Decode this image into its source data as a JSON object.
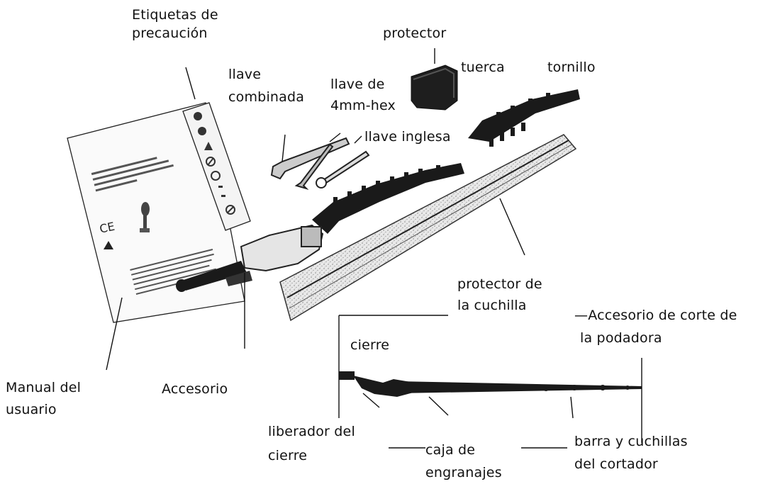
{
  "labels": {
    "etiquetas_l1": "Etiquetas de",
    "etiquetas_l2": "precaución",
    "protector": "protector",
    "tuerca": "tuerca",
    "tornillo": "tornillo",
    "llave_combinada_l1": "llave",
    "llave_combinada_l2": "combinada",
    "llave_hex_l1": "llave de",
    "llave_hex_l2": "4mm-hex",
    "llave_inglesa": "llave inglesa",
    "protector_cuchilla_l1": "protector de",
    "protector_cuchilla_l2": "la cuchilla",
    "accesorio_corte_l1": "—Accesorio de corte de",
    "accesorio_corte_l2": "la podadora",
    "cierre": "cierre",
    "manual_l1": "Manual del",
    "manual_l2": "usuario",
    "accesorio": "Accesorio",
    "liberador_l1": "liberador del",
    "liberador_l2": "cierre",
    "caja_l1": "caja de",
    "caja_l2": "engranajes",
    "barra_l1": "barra y cuchillas",
    "barra_l2": "del cortador"
  }
}
